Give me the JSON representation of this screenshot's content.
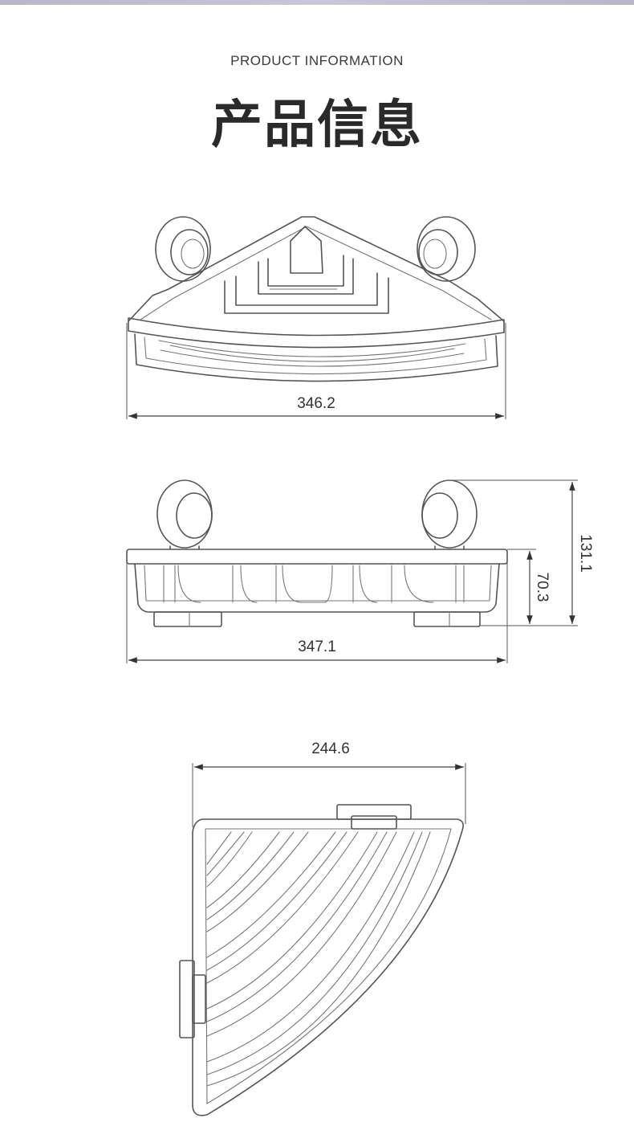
{
  "header": {
    "subtitle": "PRODUCT INFORMATION",
    "title": "产品信息"
  },
  "views": [
    {
      "name": "front-perspective-view",
      "dimensions": [
        {
          "label": "346.2"
        }
      ]
    },
    {
      "name": "side-elevation-view",
      "dimensions": [
        {
          "label": "347.1"
        },
        {
          "label": "70.3"
        },
        {
          "label": "131.1"
        }
      ]
    },
    {
      "name": "top-plan-view",
      "dimensions": [
        {
          "label": "244.6"
        }
      ]
    }
  ]
}
